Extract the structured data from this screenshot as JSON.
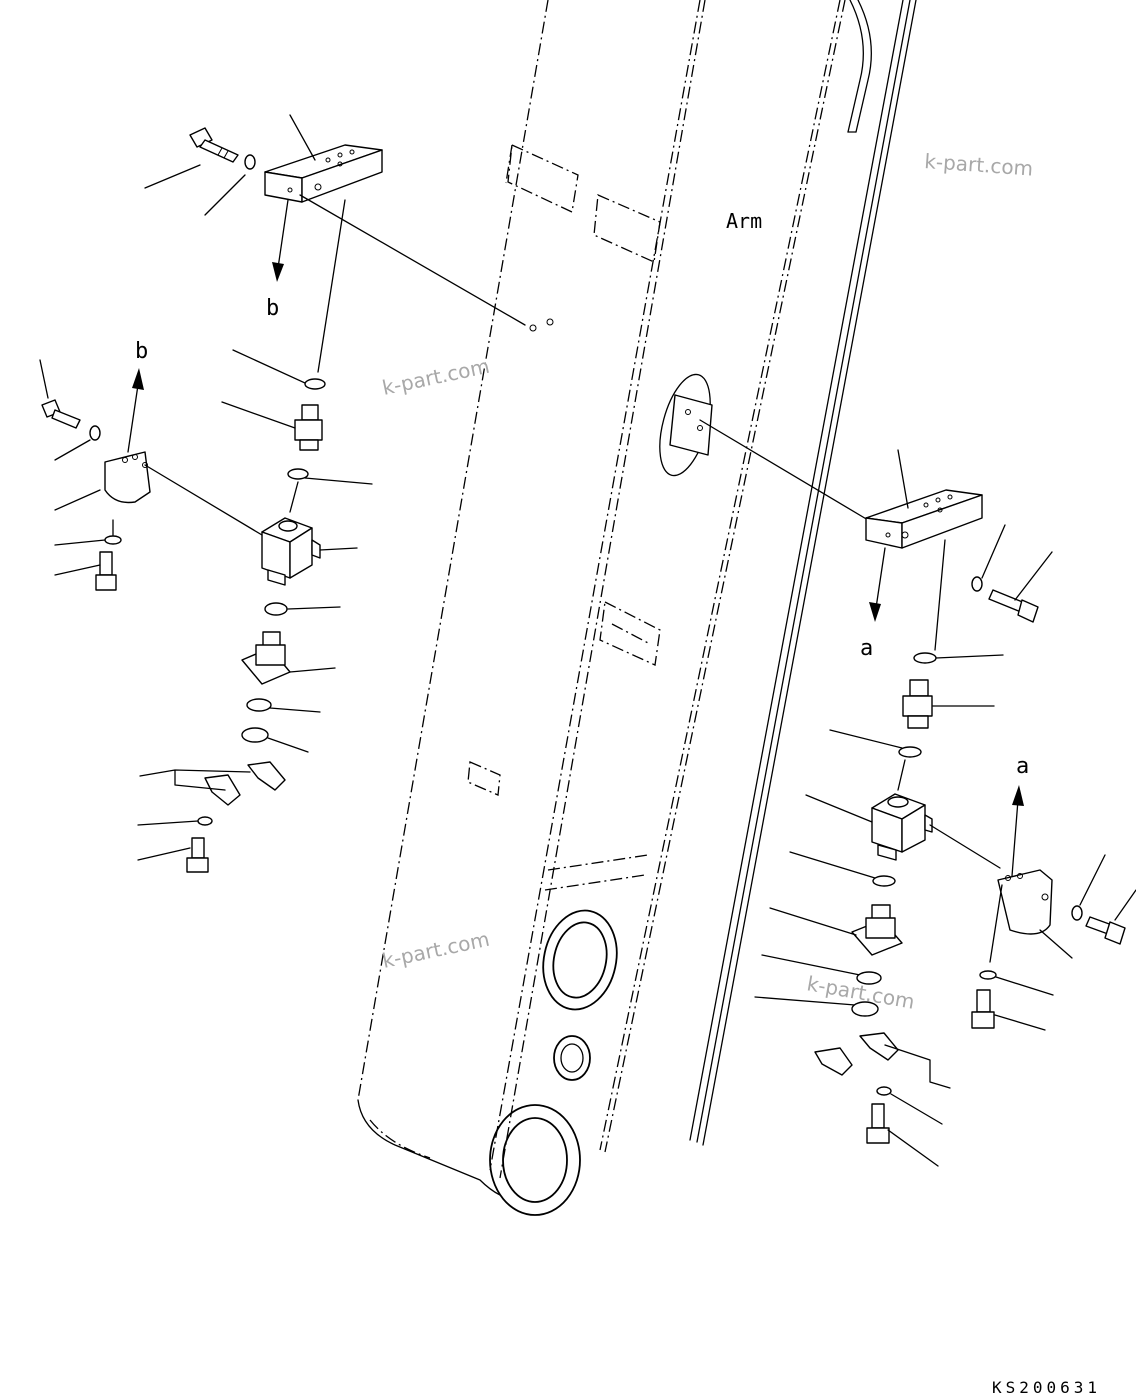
{
  "labels": {
    "arm": "Arm",
    "arrow_a": "a",
    "arrow_b": "b",
    "drawing_code": "KS200631"
  },
  "watermark": {
    "text": "k-part.com",
    "color": "#a8a8a8"
  }
}
